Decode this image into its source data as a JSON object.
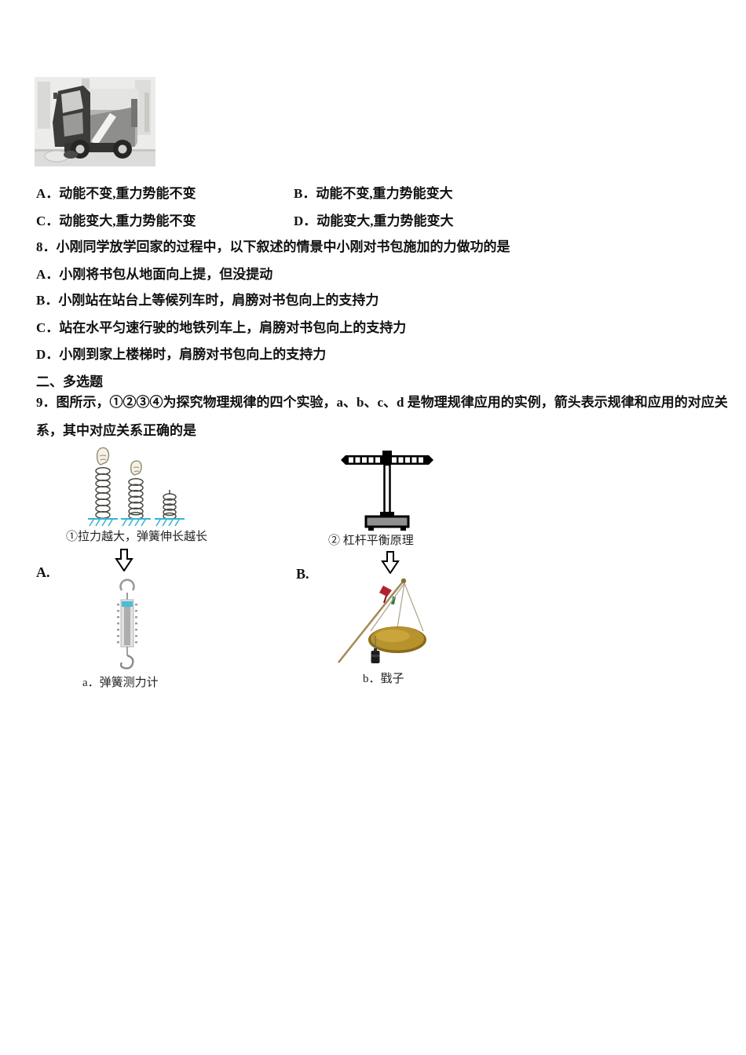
{
  "question7": {
    "image_name": "street-sweeper-photo",
    "options": [
      "A．动能不变,重力势能不变",
      "B．动能不变,重力势能变大",
      "C．动能变大,重力势能不变",
      "D．动能变大,重力势能变大"
    ]
  },
  "question8": {
    "stem": "8．小刚同学放学回家的过程中，以下叙述的情景中小刚对书包施加的力做功的是",
    "options": [
      "A．小刚将书包从地面向上提，但没提动",
      "B．小刚站在站台上等候列车时，肩膀对书包向上的支持力",
      "C．站在水平匀速行驶的地铁列车上，肩膀对书包向上的支持力",
      "D．小刚到家上楼梯时，肩膀对书包向上的支持力"
    ]
  },
  "section2": {
    "header": "二、多选题"
  },
  "question9": {
    "stem_line1": "9．图所示，①②③④为探究物理规律的四个实验，a、b、c、d 是物理规律应用的实例，箭头表示规律和应用的对应关",
    "stem_line2": "系，其中对应关系正确的是",
    "experiment1_caption": "①拉力越大，弹簧伸长越长",
    "experiment2_caption": "② 杠杆平衡原理",
    "choice_a_label": "A.",
    "choice_b_label": "B.",
    "application_a_caption": "a．弹簧测力计",
    "application_b_caption": "b．戥子"
  },
  "colors": {
    "ground_hatch": "#35b4d2",
    "scale_slider": "#49bdd6",
    "pan_gold": "#b8932d",
    "tassel_red": "#b2222c",
    "text": "#111111"
  }
}
